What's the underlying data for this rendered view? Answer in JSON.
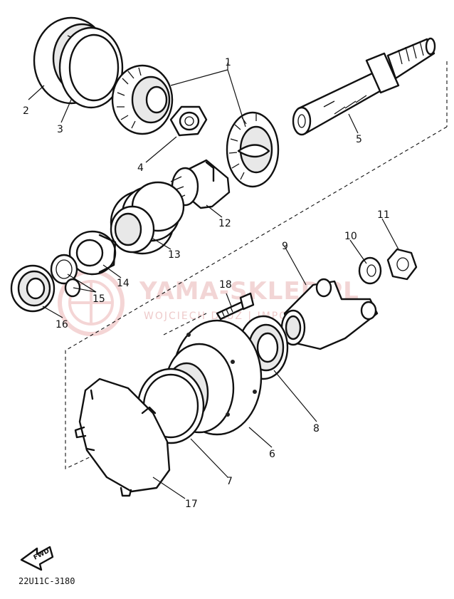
{
  "callouts": {
    "c1": "1",
    "c2": "2",
    "c3": "3",
    "c4": "4",
    "c5": "5",
    "c6": "6",
    "c7": "7",
    "c8": "8",
    "c9": "9",
    "c10": "10",
    "c11": "11",
    "c12": "12",
    "c13": "13",
    "c14": "14",
    "c15": "15",
    "c16": "16",
    "c17": "17",
    "c18": "18"
  },
  "watermark": {
    "main": "YAMA-SKLEP.PL",
    "sub": "WOJCIECH DLUZ | IMPORT MOTOHA"
  },
  "footer": {
    "code": "22U11C-3180",
    "arrow_label": "FWD"
  },
  "colors": {
    "line": "#111111",
    "watermark": "#e8b4b4"
  }
}
